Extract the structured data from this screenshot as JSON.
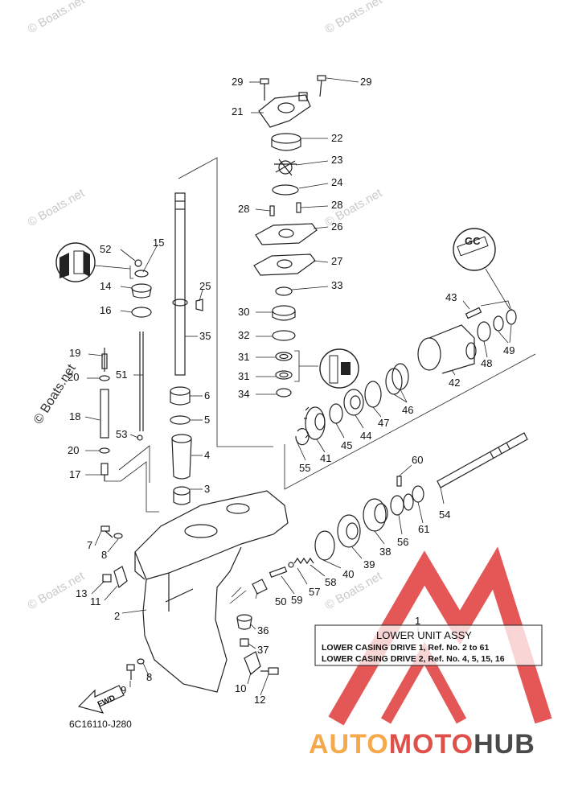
{
  "watermark": "© Boats.net",
  "catalog_code": "6C16110-J280",
  "info_box": {
    "ref_number": "1",
    "title": "LOWER UNIT ASSY",
    "line1": "LOWER CASING DRIVE 1,   Ref. No. 2 to 61",
    "line2": "LOWER CASING DRIVE 2,   Ref. No. 4, 5, 15, 16"
  },
  "direction_tag": "FWD",
  "brand": {
    "part1": "AUTO",
    "part2": "MOTO",
    "part3": "HUB"
  },
  "colors": {
    "brand_orange": "#f5a94a",
    "brand_red": "#e0504a",
    "brand_gray": "#4a4a4a",
    "logo_red": "#e03a3a"
  },
  "icons": [
    "grease-icon",
    "loctite-icon"
  ],
  "callouts": {
    "c29a": "29",
    "c29b": "29",
    "c21": "21",
    "c22": "22",
    "c23": "23",
    "c24": "24",
    "c28a": "28",
    "c28b": "28",
    "c26": "26",
    "c27": "27",
    "c33": "33",
    "c30": "30",
    "c32": "32",
    "c31a": "31",
    "c31b": "31",
    "c34": "34",
    "c52": "52",
    "c15": "15",
    "c14": "14",
    "c16": "16",
    "c25": "25",
    "c35": "35",
    "c19": "19",
    "c20a": "20",
    "c51": "51",
    "c18": "18",
    "c20b": "20",
    "c53": "53",
    "c17": "17",
    "c6": "6",
    "c5": "5",
    "c4": "4",
    "c3": "3",
    "c7": "7",
    "c8a": "8",
    "c13": "13",
    "c11": "11",
    "c2": "2",
    "c8b": "8",
    "c9": "9",
    "c10": "10",
    "c12": "12",
    "c36": "36",
    "c37": "37",
    "c50": "50",
    "c59": "59",
    "c57": "57",
    "c58": "58",
    "c40": "40",
    "c39": "39",
    "c38": "38",
    "c56": "56",
    "c61": "61",
    "c60": "60",
    "c54": "54",
    "c55": "55",
    "c41": "41",
    "c45": "45",
    "c44": "44",
    "c47": "47",
    "c46": "46",
    "c42": "42",
    "c48": "48",
    "c49": "49",
    "c43": "43"
  }
}
